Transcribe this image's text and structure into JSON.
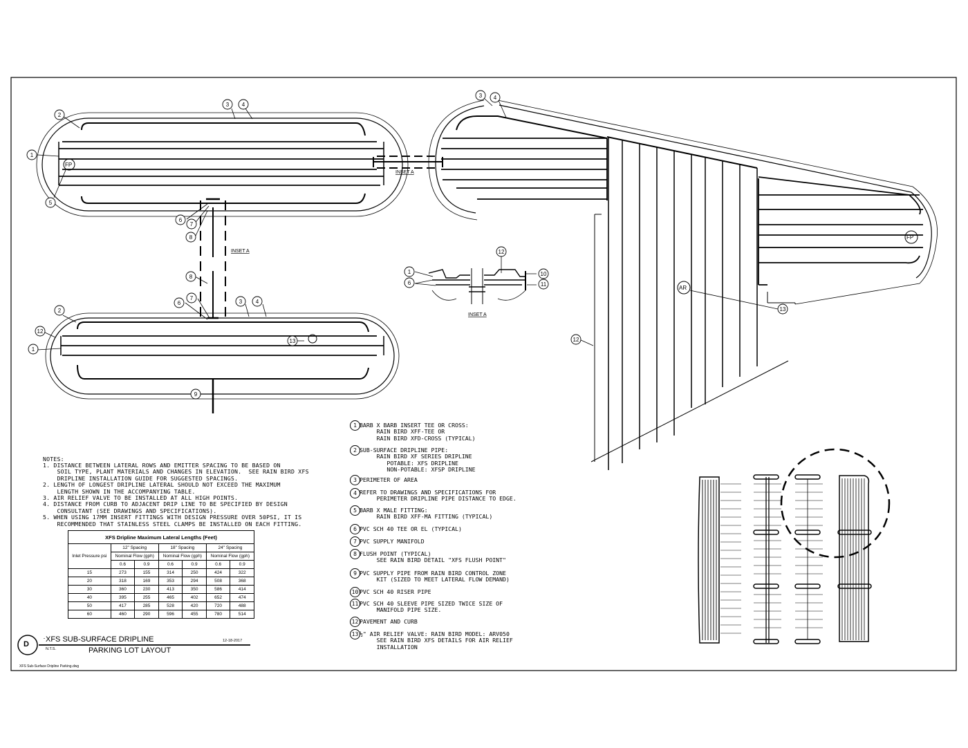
{
  "callouts": {
    "n1": "1",
    "n2": "2",
    "n3": "3",
    "n4": "4",
    "n5": "5",
    "n6": "6",
    "n7": "7",
    "n8": "8",
    "n9": "9",
    "n10": "10",
    "n11": "11",
    "n12": "12",
    "n13": "13"
  },
  "labels": {
    "fp": "FP",
    "ar": "AR",
    "inset_a": "INSET A",
    "inset_a_2": "INSET A",
    "inset_a_3": "INSET A"
  },
  "notes": {
    "heading": "NOTES:",
    "lines": [
      "1. DISTANCE BETWEEN LATERAL ROWS AND EMITTER SPACING TO BE BASED ON",
      "    SOIL TYPE, PLANT MATERIALS AND CHANGES IN ELEVATION.  SEE RAIN BIRD XFS",
      "    DRIPLINE INSTALLATION GUIDE FOR SUGGESTED SPACINGS.",
      "2. LENGTH OF LONGEST DRIPLINE LATERAL SHOULD NOT EXCEED THE MAXIMUM",
      "    LENGTH SHOWN IN THE ACCOMPANYING TABLE.",
      "3. AIR RELIEF VALVE TO BE INSTALLED AT ALL HIGH POINTS.",
      "4. DISTANCE FROM CURB TO ADJACENT DRIP LINE TO BE SPECIFIED BY DESIGN",
      "    CONSULTANT (SEE DRAWINGS AND SPECIFICATIONS).",
      "5. WHEN USING 17MM INSERT FITTINGS WITH DESIGN PRESSURE OVER 50PSI, IT IS",
      "    RECOMMENDED THAT STAINLESS STEEL CLAMPS BE INSTALLED ON EACH FITTING."
    ]
  },
  "table": {
    "title": "XFS Dripline Maximum Lateral Lengths (Feet)",
    "spacings": [
      "12\" Spacing",
      "18\" Spacing",
      "24\" Spacing"
    ],
    "row_header": "Inlet Pressure psi",
    "flow_header": "Nominal Flow (gph)",
    "flows": [
      "0.6",
      "0.9",
      "0.6",
      "0.9",
      "0.6",
      "0.9"
    ],
    "rows": [
      [
        "15",
        "273",
        "155",
        "314",
        "250",
        "424",
        "322"
      ],
      [
        "20",
        "318",
        "169",
        "353",
        "294",
        "508",
        "368"
      ],
      [
        "30",
        "360",
        "230",
        "413",
        "350",
        "586",
        "414"
      ],
      [
        "40",
        "395",
        "255",
        "465",
        "402",
        "652",
        "474"
      ],
      [
        "50",
        "417",
        "285",
        "528",
        "420",
        "720",
        "488"
      ],
      [
        "60",
        "460",
        "290",
        "596",
        "455",
        "780",
        "514"
      ]
    ]
  },
  "legend": [
    {
      "num": "1",
      "text": "BARB X BARB INSERT TEE OR CROSS:\n     RAIN BIRD XFF-TEE OR\n     RAIN BIRD XFD-CROSS (TYPICAL)"
    },
    {
      "num": "2",
      "text": "SUB-SURFACE DRIPLINE PIPE:\n     RAIN BIRD XF SERIES DRIPLINE\n        POTABLE: XFS DRIPLINE\n        NON-POTABLE: XFSP DRIPLINE"
    },
    {
      "num": "3",
      "text": "PERIMETER OF AREA"
    },
    {
      "num": "4",
      "text": "REFER TO DRAWINGS AND SPECIFICATIONS FOR\n     PERIMETER DRIPLINE PIPE DISTANCE TO EDGE."
    },
    {
      "num": "5",
      "text": "BARB X MALE FITTING:\n     RAIN BIRD XFF-MA FITTING (TYPICAL)"
    },
    {
      "num": "6",
      "text": "PVC SCH 40 TEE OR EL (TYPICAL)"
    },
    {
      "num": "7",
      "text": "PVC SUPPLY MANIFOLD"
    },
    {
      "num": "8",
      "text": "FLUSH POINT (TYPICAL)\n     SEE RAIN BIRD DETAIL \"XFS FLUSH POINT\""
    },
    {
      "num": "9",
      "text": "PVC SUPPLY PIPE FROM RAIN BIRD CONTROL ZONE\n     KIT (SIZED TO MEET LATERAL FLOW DEMAND)"
    },
    {
      "num": "10",
      "text": "PVC SCH 40 RISER PIPE"
    },
    {
      "num": "11",
      "text": "PVC SCH 40 SLEEVE PIPE SIZED TWICE SIZE OF\n     MANIFOLD PIPE SIZE."
    },
    {
      "num": "12",
      "text": "PAVEMENT AND CURB"
    },
    {
      "num": "13",
      "text": "½\" AIR RELIEF VALVE: RAIN BIRD MODEL: ARV050\n     SEE RAIN BIRD XFS DETAILS FOR AIR RELIEF\n     INSTALLATION"
    }
  ],
  "title_block": {
    "detail_letter": "D",
    "title": "XFS SUB-SURFACE DRIPLINE",
    "nts": "N.T.S.",
    "subtitle": "PARKING LOT LAYOUT",
    "date": "12-18-2017",
    "filename": "XFS Sub-Surface Dripline Parking.dwg"
  }
}
